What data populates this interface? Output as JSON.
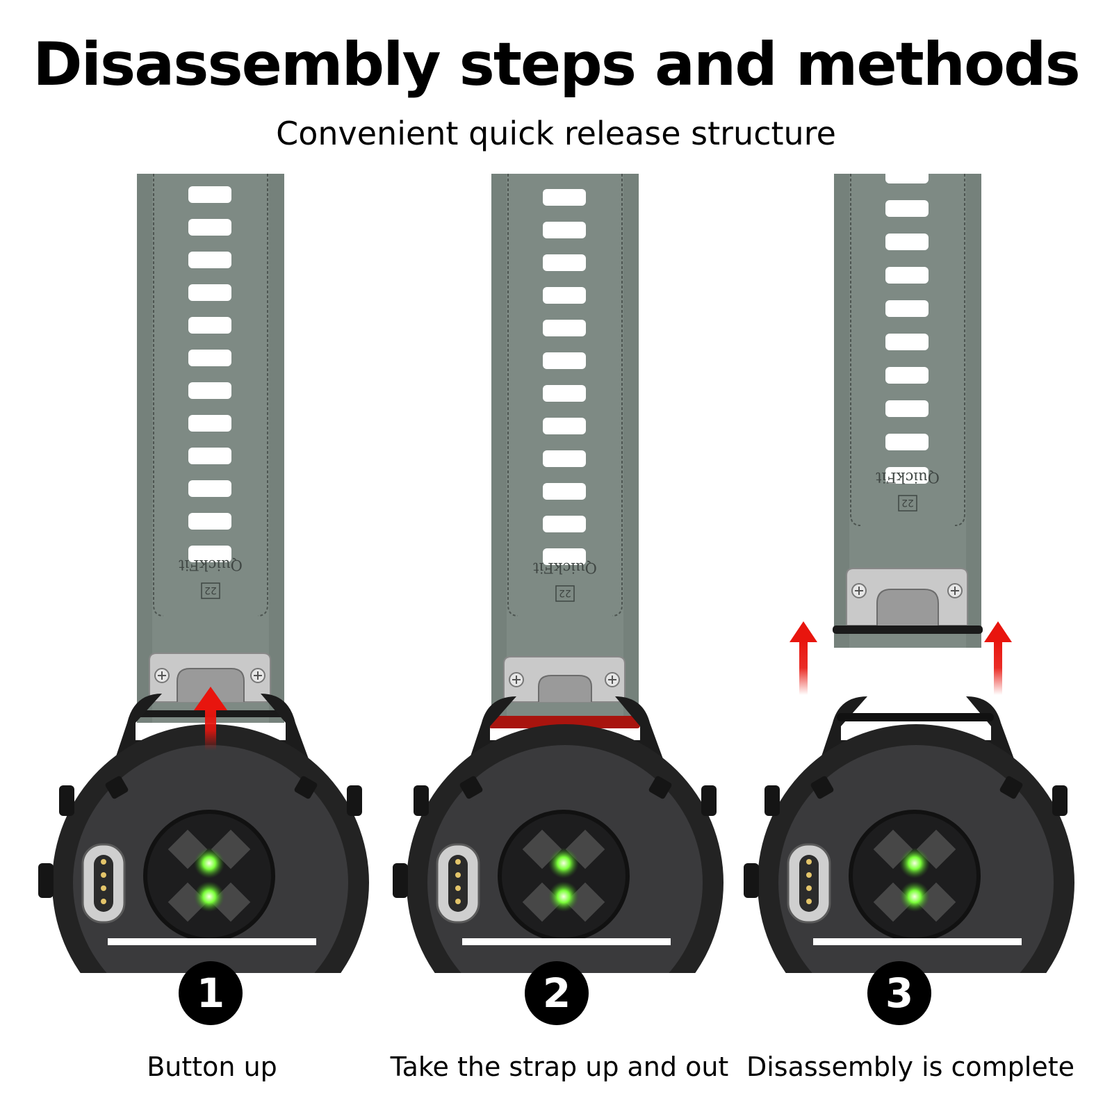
{
  "header": {
    "title": "Disassembly steps and methods",
    "subtitle": "Convenient quick release structure"
  },
  "strap": {
    "brand_text": "QuickFit",
    "size_text": "22",
    "color": "#7e8a84",
    "hole_color": "#ffffff"
  },
  "colors": {
    "arrow": "#e8150e",
    "watch_case": "#1c1c1c",
    "watch_back": "#3a3a3c",
    "sensor_led": "#7bff3a"
  },
  "steps": [
    {
      "number": "1",
      "label": "Button up"
    },
    {
      "number": "2",
      "label": "Take the strap up and out"
    },
    {
      "number": "3",
      "label": "Disassembly is complete"
    }
  ]
}
